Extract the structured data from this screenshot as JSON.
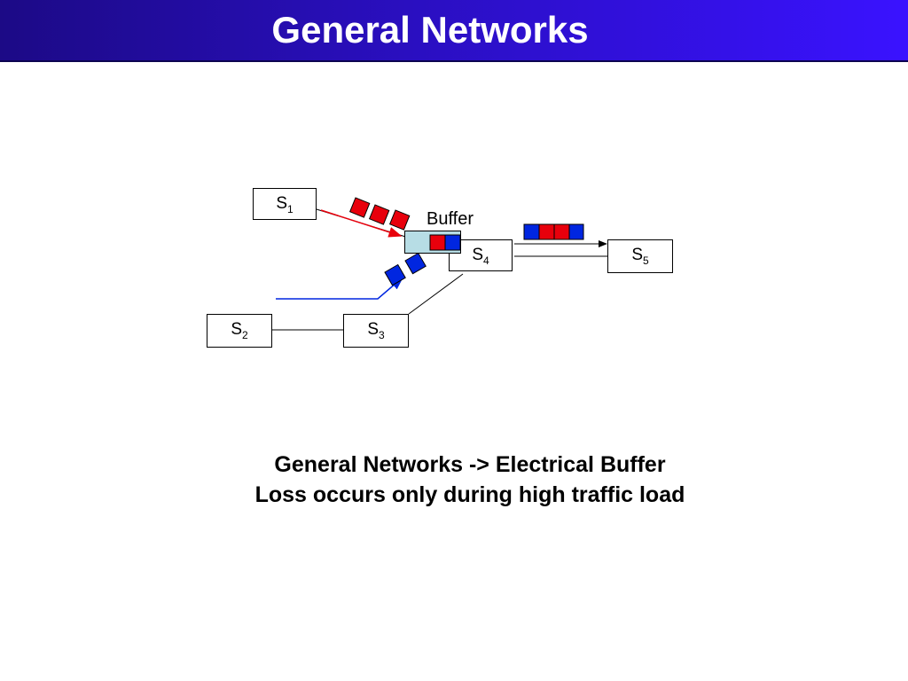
{
  "title": "General Networks",
  "nodes": {
    "s1": {
      "base": "S",
      "sub": "1"
    },
    "s2": {
      "base": "S",
      "sub": "2"
    },
    "s3": {
      "base": "S",
      "sub": "3"
    },
    "s4": {
      "base": "S",
      "sub": "4"
    },
    "s5": {
      "base": "S",
      "sub": "5"
    }
  },
  "buffer_label": "Buffer",
  "caption": {
    "line1": "General Networks -> Electrical Buffer",
    "line2": "Loss occurs only during high traffic load"
  },
  "colors": {
    "packet_red": "#e8000c",
    "packet_blue": "#0026e0",
    "buffer_fill": "#b7dde5",
    "title_bg": "#2a0fc0"
  }
}
